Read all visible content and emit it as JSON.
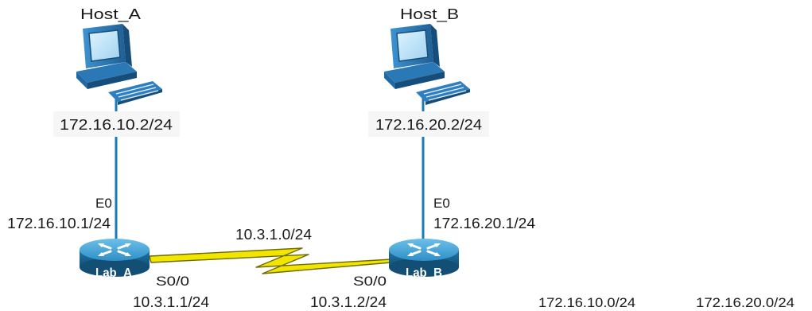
{
  "hosts": [
    {
      "name": "Host_A",
      "ip": "172.16.10.2/24"
    },
    {
      "name": "Host_B",
      "ip": "172.16.20.2/24"
    }
  ],
  "routers": [
    {
      "name": "Lab_A",
      "e0_label": "E0",
      "e0_ip": "172.16.10.1/24",
      "s0_label": "S0/0",
      "s0_ip": "10.3.1.1/24"
    },
    {
      "name": "Lab_B",
      "e0_label": "E0",
      "e0_ip": "172.16.20.1/24",
      "s0_label": "S0/0",
      "s0_ip": "10.3.1.2/24"
    }
  ],
  "serial_link": {
    "network": "10.3.1.0/24"
  },
  "extra_networks": [
    "172.16.10.0/24",
    "172.16.20.0/24"
  ],
  "colors": {
    "ethernet_link": "#1a7bb8",
    "serial_link_fill": "#f2e600",
    "serial_link_stroke": "#6e6a00",
    "router_top": "#4aa6d6",
    "router_side": "#1d6f9f",
    "computer_blue": "#2f7fc0",
    "computer_dark": "#1b4f7a",
    "ip_box_bg": "#f6f6f6"
  }
}
